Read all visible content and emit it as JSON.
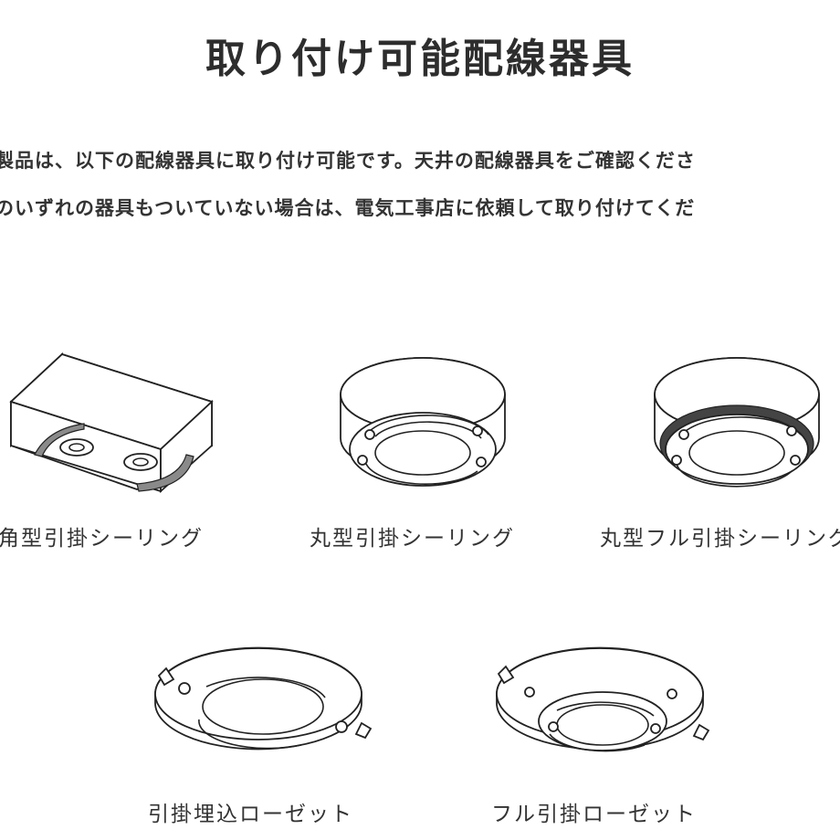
{
  "page": {
    "title": "取り付け可能配線器具",
    "intro_line1": "製品は、以下の配線器具に取り付け可能です。天井の配線器具をご確認くださ",
    "intro_line2": "のいずれの器具もついていない場合は、電気工事店に依頼して取り付けてくだ"
  },
  "fixtures": [
    {
      "label": "角型引掛シーリング",
      "icon": "square-ceiling-hook-icon"
    },
    {
      "label": "丸型引掛シーリング",
      "icon": "round-ceiling-hook-icon"
    },
    {
      "label": "丸型フル引掛シーリング",
      "icon": "round-full-ceiling-hook-icon"
    },
    {
      "label": "引掛埋込ローゼット",
      "icon": "flush-rosette-icon"
    },
    {
      "label": "フル引掛ローゼット",
      "icon": "full-rosette-icon"
    }
  ]
}
